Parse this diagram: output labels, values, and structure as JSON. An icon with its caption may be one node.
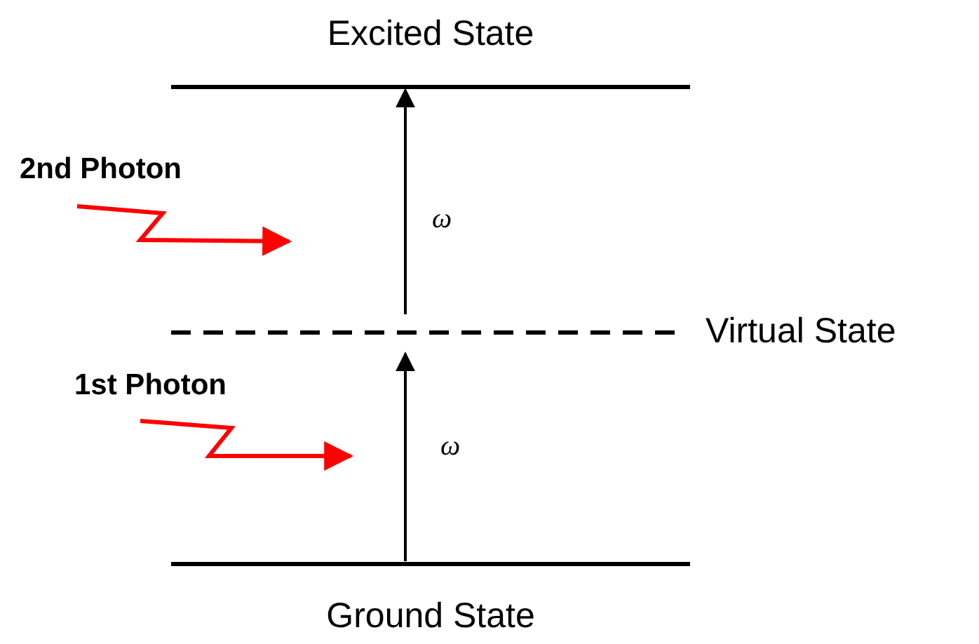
{
  "diagram": {
    "nodes": [
      {
        "text": [
          "Excited State"
        ]
      },
      {
        "text": [
          "Virtual State"
        ]
      },
      {
        "text": [
          "Ground State"
        ]
      }
    ],
    "edges": [
      {
        "from": 2,
        "to": 1,
        "arrow": "to",
        "label": "ω"
      },
      {
        "from": 1,
        "to": 0,
        "arrow": "to",
        "label": "ω"
      }
    ],
    "labels": [
      "2nd Photon",
      "1st Photon"
    ]
  }
}
